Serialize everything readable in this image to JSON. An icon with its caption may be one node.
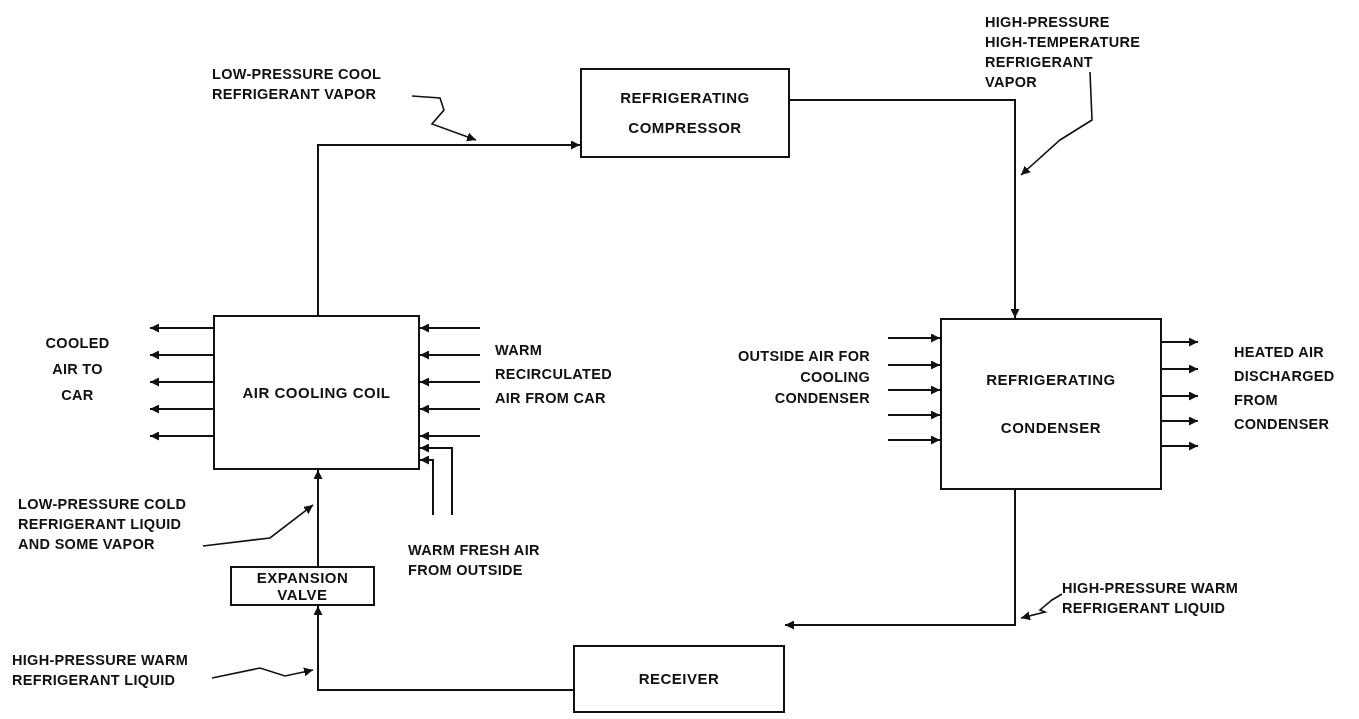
{
  "diagram": {
    "nodes": [
      {
        "text": [
          "REFRIGERATING COMPRESSOR"
        ]
      },
      {
        "text": [
          "REFRIGERATING CONDENSER"
        ]
      },
      {
        "text": [
          "RECEIVER"
        ]
      },
      {
        "text": [
          "EXPANSION VALVE"
        ]
      },
      {
        "text": [
          "AIR COOLING COIL"
        ]
      },
      {
        "text": [
          "LOW-PRESSURE COOL REFRIGERANT VAPOR"
        ]
      },
      {
        "text": [
          "HIGH-PRESSURE HIGH-TEMPERATURE REFRIGERANT VAPOR"
        ]
      },
      {
        "text": [
          "LOW-PRESSURE COLD REFRIGERANT LIQUID AND SOME VAPOR"
        ]
      },
      {
        "text": [
          "HIGH-PRESSURE WARM REFRIGERANT LIQUID"
        ]
      },
      {
        "text": [
          "HIGH-PRESSURE WARM REFRIGERANT LIQUID"
        ]
      }
    ],
    "edges": [
      {
        "from": 4,
        "to": 0,
        "arrow": "to"
      },
      {
        "from": 0,
        "to": 1,
        "arrow": "to"
      },
      {
        "from": 1,
        "to": 2,
        "arrow": "to"
      },
      {
        "from": 2,
        "to": 3,
        "arrow": "to"
      },
      {
        "from": 3,
        "to": 4,
        "arrow": "to"
      },
      {
        "from": 4,
        "to": null,
        "arrow": "to"
      },
      {
        "from": 4,
        "to": null,
        "arrow": "to"
      },
      {
        "from": 4,
        "to": null,
        "arrow": "to"
      },
      {
        "from": 4,
        "to": null,
        "arrow": "to"
      },
      {
        "from": 4,
        "to": null,
        "arrow": "to"
      },
      {
        "from": null,
        "to": 4,
        "arrow": "to"
      },
      {
        "from": null,
        "to": 4,
        "arrow": "to"
      },
      {
        "from": null,
        "to": 4,
        "arrow": "to"
      },
      {
        "from": null,
        "to": 4,
        "arrow": "to"
      },
      {
        "from": null,
        "to": 4,
        "arrow": "to"
      },
      {
        "from": null,
        "to": 4,
        "arrow": "to"
      },
      {
        "from": null,
        "to": 4,
        "arrow": "to"
      },
      {
        "from": null,
        "to": 1,
        "arrow": "to"
      },
      {
        "from": null,
        "to": 1,
        "arrow": "to"
      },
      {
        "from": null,
        "to": 1,
        "arrow": "to"
      },
      {
        "from": null,
        "to": 1,
        "arrow": "to"
      },
      {
        "from": null,
        "to": 1,
        "arrow": "to"
      },
      {
        "from": 1,
        "to": null,
        "arrow": "to"
      },
      {
        "from": 1,
        "to": null,
        "arrow": "to"
      },
      {
        "from": 1,
        "to": null,
        "arrow": "to"
      },
      {
        "from": 1,
        "to": null,
        "arrow": "to"
      },
      {
        "from": 1,
        "to": null,
        "arrow": "to"
      },
      {
        "from": 5,
        "to": null,
        "arrow": "to"
      },
      {
        "from": 6,
        "to": null,
        "arrow": "to"
      },
      {
        "from": 7,
        "to": null,
        "arrow": "to"
      },
      {
        "from": 8,
        "to": null,
        "arrow": "to"
      },
      {
        "from": 9,
        "to": null,
        "arrow": "to"
      }
    ],
    "labels": [
      "COOLED AIR TO CAR",
      "WARM RECIRCULATED AIR FROM CAR",
      "WARM FRESH AIR FROM OUTSIDE",
      "OUTSIDE AIR FOR COOLING CONDENSER",
      "HEATED AIR DISCHARGED FROM CONDENSER"
    ]
  }
}
